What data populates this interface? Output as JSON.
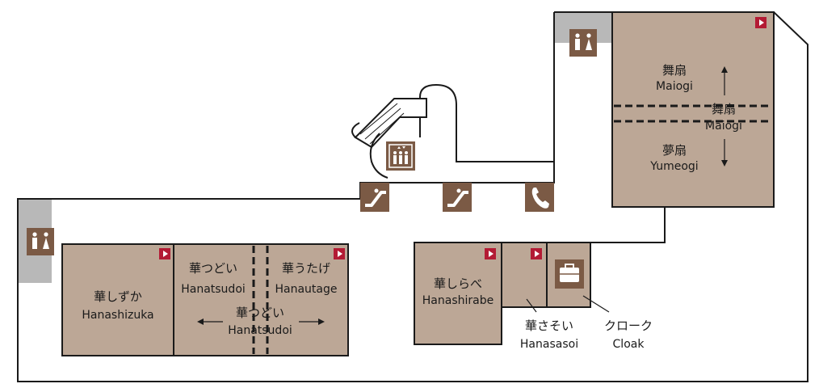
{
  "colors": {
    "room_fill": "#bca796",
    "outline": "#1a1a1a",
    "icon_bg": "#7b5a45",
    "marker_red": "#b31b34",
    "gray_area": "#b8b8b8"
  },
  "rooms": {
    "maiogi_top": {
      "jp": "舞扇",
      "en": "Maiogi"
    },
    "maiogi_combined": {
      "jp": "舞扇",
      "en": "Maiogi"
    },
    "yumeogi": {
      "jp": "夢扇",
      "en": "Yumeogi"
    },
    "hanashizuka": {
      "jp": "華しずか",
      "en": "Hanashizuka"
    },
    "hanatsudoi_small": {
      "jp": "華つどい",
      "en": "Hanatsudoi"
    },
    "hanautage": {
      "jp": "華うたげ",
      "en": "Hanautage"
    },
    "hanatsudoi_combined": {
      "jp": "華つどい",
      "en": "Hanatsudoi"
    },
    "hanashirabe": {
      "jp": "華しらべ",
      "en": "Hanashirabe"
    },
    "hanasasoi": {
      "jp": "華さそい",
      "en": "Hanasasoi"
    },
    "cloak": {
      "jp": "クローク",
      "en": "Cloak"
    }
  },
  "icons": [
    "restroom-icon",
    "elevator-icon",
    "escalator-icon",
    "telephone-icon",
    "cloak-icon",
    "room-marker-icon"
  ]
}
